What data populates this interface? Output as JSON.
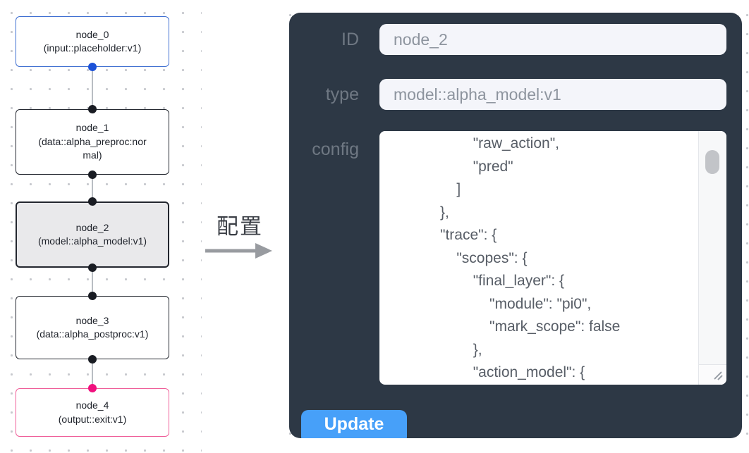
{
  "colors": {
    "panel_bg": "#2d3845",
    "accent_blue": "#47a0f9",
    "node_border": "#23272f",
    "node_input_border": "#3f6fd1",
    "node_output_border": "#ef5f99",
    "node_selected_bg": "#e9e9eb",
    "port_blue": "#1c52d8",
    "port_dark": "#191c23",
    "port_pink": "#f0117e",
    "edge_color": "#b9bdc3",
    "grid_dot": "#c7c9ce"
  },
  "graph": {
    "nodes": [
      {
        "title": "node_0",
        "subtitle": "(input::placeholder:v1)",
        "kind": "input",
        "selected": false
      },
      {
        "title": "node_1",
        "subtitle": "(data::alpha_preproc:normal)",
        "kind": "data",
        "selected": false
      },
      {
        "title": "node_2",
        "subtitle": "(model::alpha_model:v1)",
        "kind": "model",
        "selected": true
      },
      {
        "title": "node_3",
        "subtitle": "(data::alpha_postproc:v1)",
        "kind": "data",
        "selected": false
      },
      {
        "title": "node_4",
        "subtitle": "(output::exit:v1)",
        "kind": "output",
        "selected": false
      }
    ]
  },
  "transition": {
    "label": "配置",
    "arrow_icon": "right-arrow"
  },
  "panel": {
    "fields": [
      {
        "label": "ID",
        "value": "node_2"
      },
      {
        "label": "type",
        "value": "model::alpha_model:v1"
      },
      {
        "label": "config",
        "value": "                    \"raw_action\",\n                    \"pred\"\n                ]\n            },\n            \"trace\": {\n                \"scopes\": {\n                    \"final_layer\": {\n                        \"module\": \"pi0\",\n                        \"mark_scope\": false\n                    },\n                    \"action_model\": {"
      }
    ],
    "update_label": "Update"
  }
}
